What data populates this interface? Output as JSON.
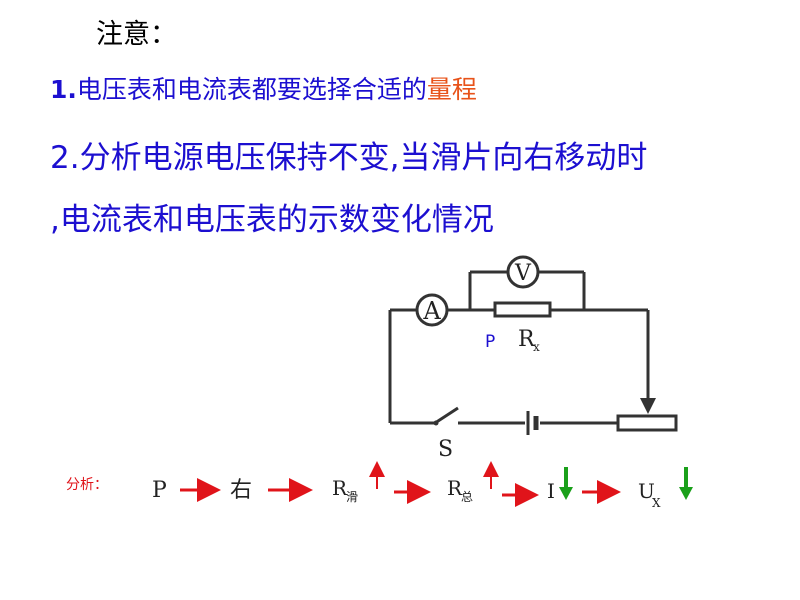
{
  "note": {
    "title": "注意："
  },
  "points": {
    "p1_num": "1.",
    "p1_text": "电压表和电流表都要选择合适的",
    "p1_highlight": "量程",
    "p2_line1": "2.分析电源电压保持不变,当滑片向右移动时",
    "p2_line2": ",电流表和电压表的示数变化情况"
  },
  "circuit": {
    "voltmeter_label": "V",
    "ammeter_label": "A",
    "slider_label": "P",
    "resistor_label": "R",
    "resistor_sub": "x",
    "switch_label": "S"
  },
  "analysis": {
    "label": "分析：",
    "p": "P",
    "right": "右",
    "r_slide": "R",
    "r_slide_sub": "滑",
    "r_total": "R",
    "r_total_sub": "总",
    "current": "I",
    "ux": "U",
    "ux_sub": "X"
  },
  "colors": {
    "text_blue": "#1c0fd0",
    "highlight": "#e8531a",
    "arrow_red": "#e0141a",
    "arrow_green": "#1aa01a",
    "analysis_red": "#e0141a"
  }
}
